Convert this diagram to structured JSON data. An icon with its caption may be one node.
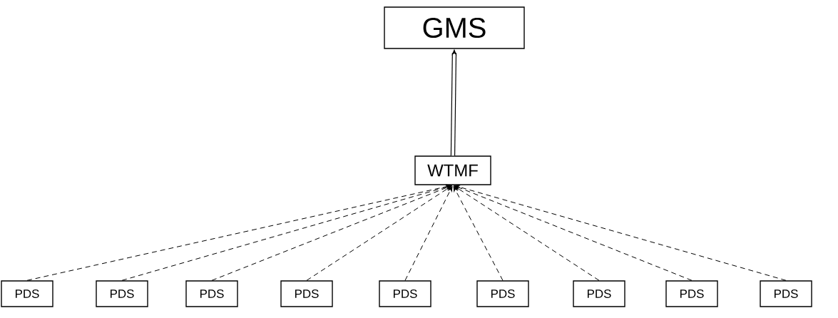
{
  "diagram": {
    "nodes": [
      {
        "text": [
          "GMS"
        ]
      },
      {
        "text": [
          "WTMF"
        ]
      },
      {
        "text": [
          "PDS"
        ]
      },
      {
        "text": [
          "PDS"
        ]
      },
      {
        "text": [
          "PDS"
        ]
      },
      {
        "text": [
          "PDS"
        ]
      },
      {
        "text": [
          "PDS"
        ]
      },
      {
        "text": [
          "PDS"
        ]
      },
      {
        "text": [
          "PDS"
        ]
      },
      {
        "text": [
          "PDS"
        ]
      },
      {
        "text": [
          "PDS"
        ]
      }
    ],
    "edges": [
      {
        "from": 1,
        "to": 0,
        "arrow": "to",
        "style": "thick"
      },
      {
        "from": 2,
        "to": 1,
        "arrow": "to",
        "style": "dashed"
      },
      {
        "from": 3,
        "to": 1,
        "arrow": "to",
        "style": "dashed"
      },
      {
        "from": 4,
        "to": 1,
        "arrow": "to",
        "style": "dashed"
      },
      {
        "from": 5,
        "to": 1,
        "arrow": "to",
        "style": "dashed"
      },
      {
        "from": 6,
        "to": 1,
        "arrow": "to",
        "style": "dashed"
      },
      {
        "from": 7,
        "to": 1,
        "arrow": "to",
        "style": "dashed"
      },
      {
        "from": 8,
        "to": 1,
        "arrow": "to",
        "style": "dashed"
      },
      {
        "from": 9,
        "to": 1,
        "arrow": "to",
        "style": "dashed"
      },
      {
        "from": 10,
        "to": 1,
        "arrow": "to",
        "style": "dashed"
      }
    ]
  }
}
